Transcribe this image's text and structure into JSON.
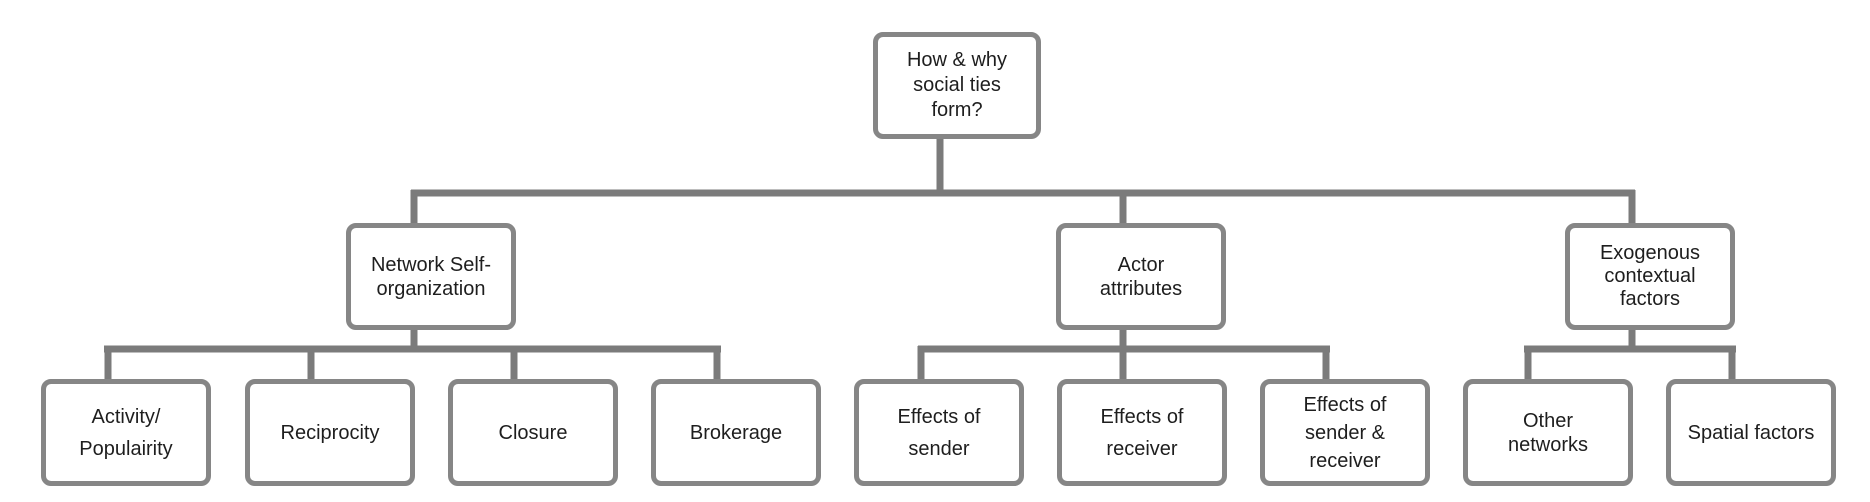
{
  "diagram": {
    "root": {
      "label": "How & why\nsocial ties\nform?"
    },
    "categories": [
      {
        "label": "Network Self-\norganization"
      },
      {
        "label": "Actor\nattributes"
      },
      {
        "label": "Exogenous\ncontextual\nfactors"
      }
    ],
    "leaves": [
      {
        "label": "Activity/\nPopulairity"
      },
      {
        "label": "Reciprocity"
      },
      {
        "label": "Closure"
      },
      {
        "label": "Brokerage"
      },
      {
        "label": "Effects of\nsender"
      },
      {
        "label": "Effects of\nreceiver"
      },
      {
        "label": "Effects of\nsender &\nreceiver"
      },
      {
        "label": "Other\nnetworks"
      },
      {
        "label": "Spatial factors"
      }
    ]
  }
}
